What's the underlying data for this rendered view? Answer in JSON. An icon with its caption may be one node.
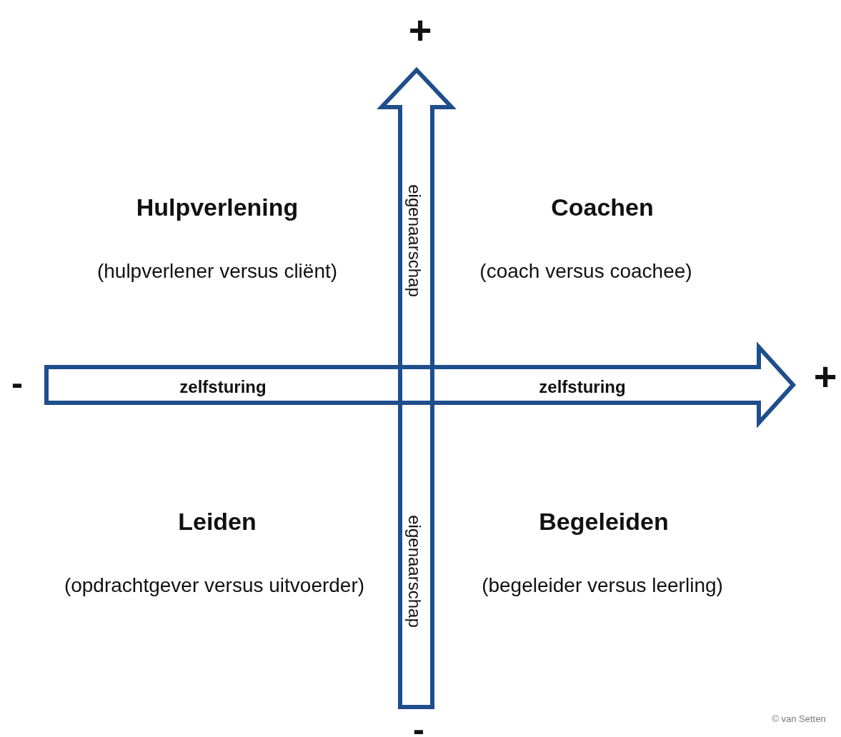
{
  "diagram": {
    "labels": [
      "+",
      "Hulpverlening",
      "Coachen",
      "(hulpverlener versus cliënt)",
      "(coach versus coachee)",
      "eigenaarschap",
      "-",
      "zelfsturing",
      "zelfsturing",
      "+",
      "Leiden",
      "Begeleiden",
      "(opdrachtgever versus uitvoerder)",
      "(begeleider versus leerling)",
      "eigenaarschap",
      "-",
      "© van Setten"
    ]
  }
}
